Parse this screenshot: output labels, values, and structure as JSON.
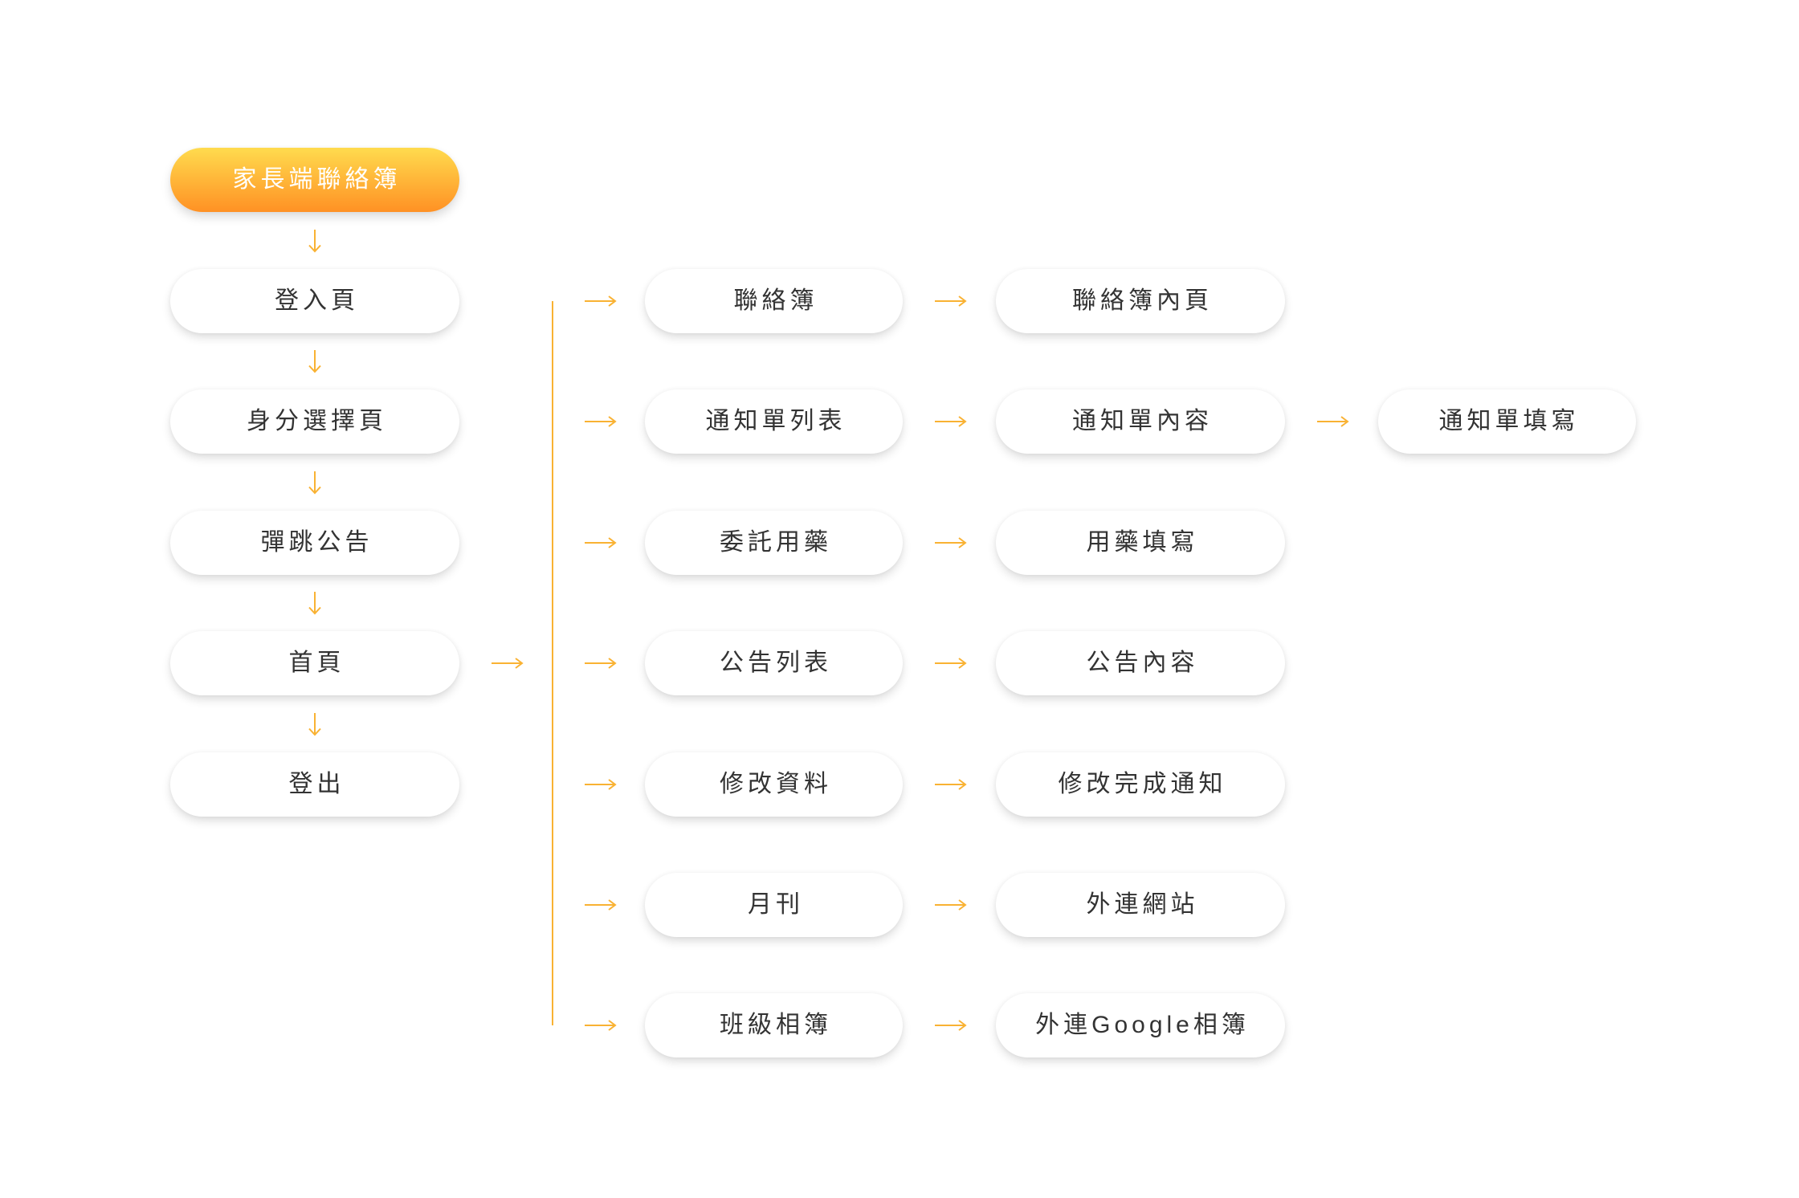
{
  "diagram": {
    "root": {
      "label": "家長端聯絡簿"
    },
    "main_flow": [
      {
        "label": "登入頁"
      },
      {
        "label": "身分選擇頁"
      },
      {
        "label": "彈跳公告"
      },
      {
        "label": "首頁"
      },
      {
        "label": "登出"
      }
    ],
    "branch_source": {
      "main_flow_index": 3
    },
    "home_branches": [
      {
        "chain": [
          {
            "label": "聯絡簿"
          },
          {
            "label": "聯絡簿內頁"
          }
        ]
      },
      {
        "chain": [
          {
            "label": "通知單列表"
          },
          {
            "label": "通知單內容"
          },
          {
            "label": "通知單填寫"
          }
        ]
      },
      {
        "chain": [
          {
            "label": "委託用藥"
          },
          {
            "label": "用藥填寫"
          }
        ]
      },
      {
        "chain": [
          {
            "label": "公告列表"
          },
          {
            "label": "公告內容"
          }
        ]
      },
      {
        "chain": [
          {
            "label": "修改資料"
          },
          {
            "label": "修改完成通知"
          }
        ]
      },
      {
        "chain": [
          {
            "label": "月刊"
          },
          {
            "label": "外連網站"
          }
        ]
      },
      {
        "chain": [
          {
            "label": "班級相簿"
          },
          {
            "label": "外連Google相簿"
          }
        ]
      }
    ]
  },
  "icons": {
    "flow_arrow": {
      "name": "arrow-down-icon",
      "glyph": "↓"
    },
    "branch_arrow": {
      "name": "arrow-right-icon",
      "glyph": "→"
    },
    "branch_connector": "vertical-bracket-line"
  },
  "theme": {
    "accent": "#F9B233",
    "root_gradient": [
      "#FFDB4E",
      "#FF9124"
    ],
    "root_text": "#FFFFFF",
    "node_text": "#333333",
    "node_background": "#FFFFFF",
    "page_background": "#FFFFFF"
  }
}
